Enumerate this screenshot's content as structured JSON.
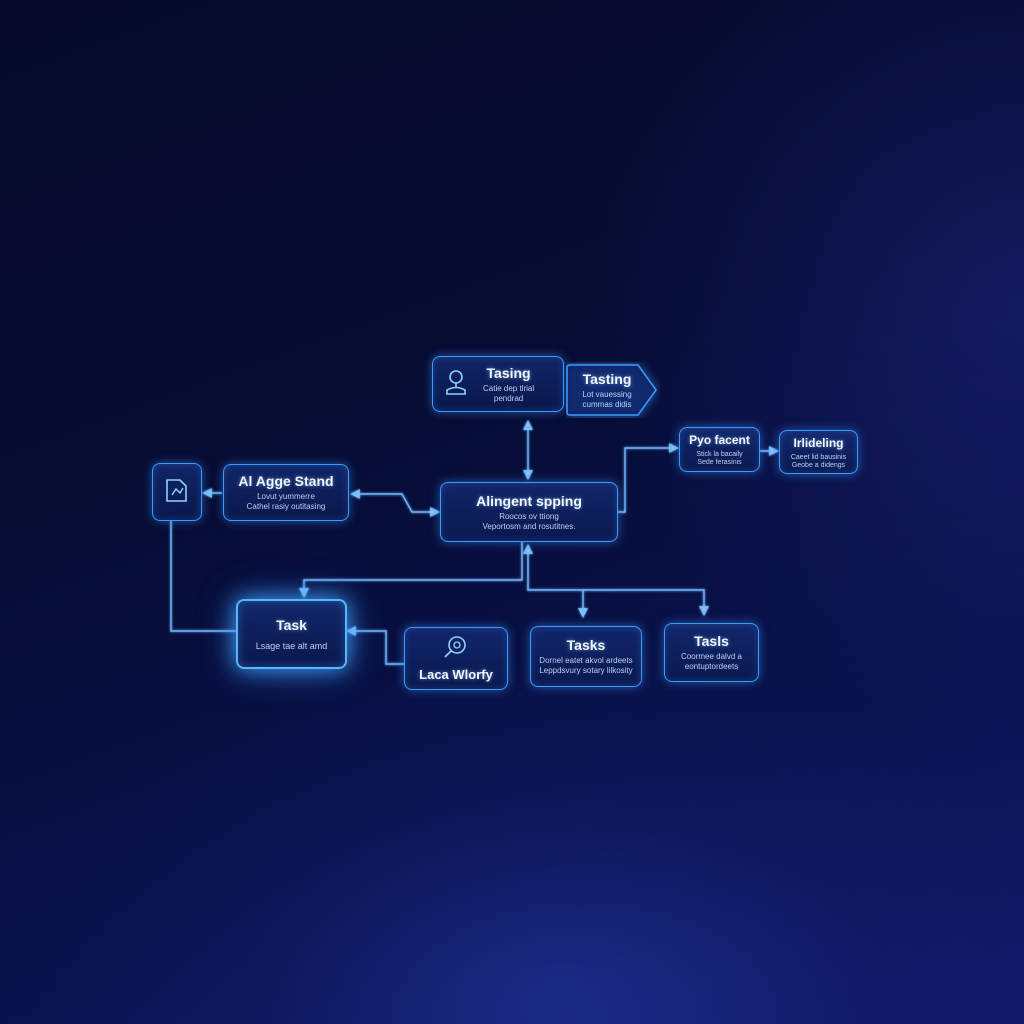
{
  "nodes": {
    "tasing": {
      "title": "Tasing",
      "sub1": "Catie dep tlrial",
      "sub2": "pendrad"
    },
    "tasting": {
      "title": "Tasting",
      "sub1": "Lot vauessing",
      "sub2": "cummas didis"
    },
    "pyo_facent": {
      "title": "Pyo facent",
      "sub1": "Stick la bacaily",
      "sub2": "Sede ferasinis"
    },
    "irlideling": {
      "title": "Irlideling",
      "sub1": "Caeet lid bausinis",
      "sub2": "Geobe a didengs"
    },
    "al_agge_stand": {
      "title": "Al Agge Stand",
      "sub1": "Lovut yummerre",
      "sub2": "Cathel rasiy outitasing"
    },
    "alingent_spping": {
      "title": "Alingent spping",
      "sub1": "Roocos ov ttiong",
      "sub2": "Veportosm and rosutitnes."
    },
    "task_main": {
      "title": "Task",
      "sub1": "Lsage tae alt amd"
    },
    "laca_wlorfy": {
      "title": "Laca Wlorfy"
    },
    "tasks": {
      "title": "Tasks",
      "sub1": "Dornel eatet akvol ardeets",
      "sub2": "Leppdsvury sotary lilkosity"
    },
    "tasls": {
      "title": "Tasls",
      "sub1": "Coormee dalvd a",
      "sub2": "eontuptordeets"
    }
  },
  "icons": {
    "tasing": "person-icon",
    "side": "document-icon",
    "laca_wlorfy": "magnifier-icon"
  },
  "colors": {
    "accent": "#3a9bff",
    "glow": "#55b8ff",
    "connector": "#6fb6ff",
    "background": "#060c33"
  }
}
